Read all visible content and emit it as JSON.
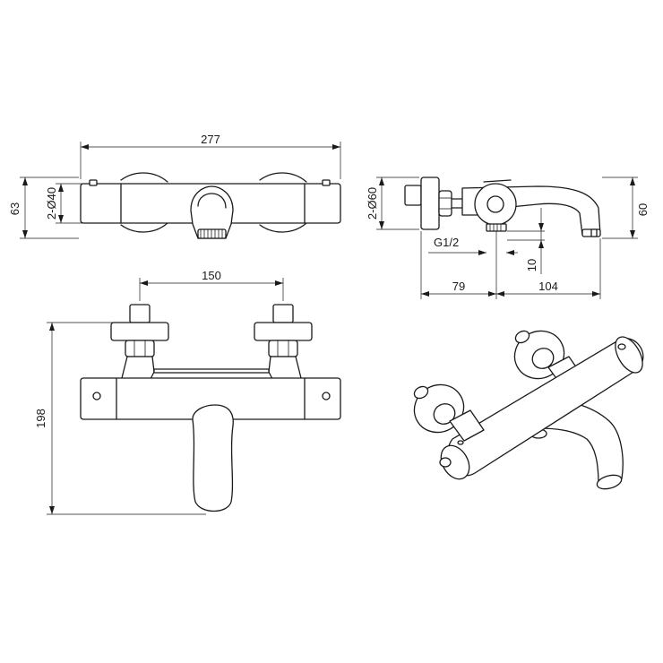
{
  "dimensions": {
    "top_width": "277",
    "top_height": "63",
    "top_diameter": "2-Ø40",
    "side_diameter": "2-Ø60",
    "side_height": "60",
    "thread": "G1/2",
    "offset": "10",
    "side_left": "79",
    "side_right": "104",
    "center_distance": "150",
    "front_height": "198"
  }
}
